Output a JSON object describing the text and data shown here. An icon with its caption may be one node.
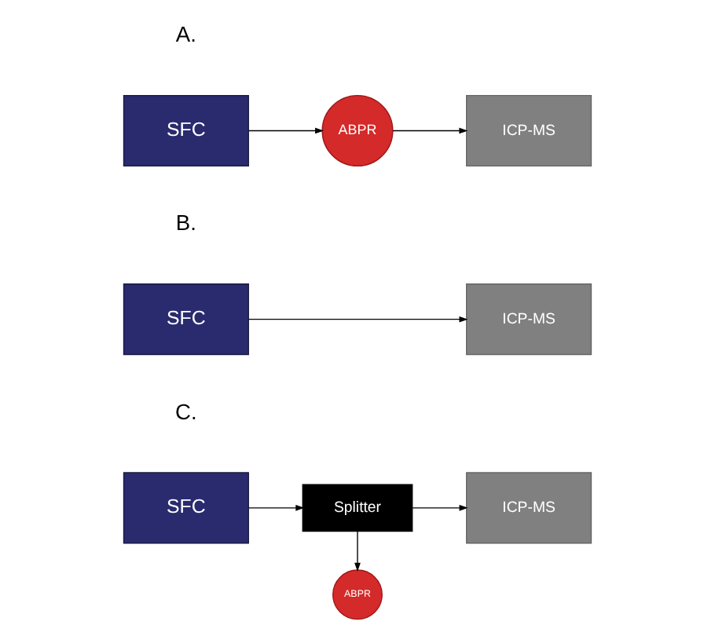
{
  "diagram": {
    "nodes": [
      {
        "text": [
          "SFC"
        ]
      },
      {
        "text": [
          "ABPR"
        ]
      },
      {
        "text": [
          "ICP-MS"
        ]
      },
      {
        "text": [
          "SFC"
        ]
      },
      {
        "text": [
          "ICP-MS"
        ]
      },
      {
        "text": [
          "SFC"
        ]
      },
      {
        "text": [
          "Splitter"
        ]
      },
      {
        "text": [
          "ICP-MS"
        ]
      },
      {
        "text": [
          "ABPR"
        ]
      }
    ],
    "edges": [
      {
        "from": 0,
        "to": 1,
        "arrow": "to"
      },
      {
        "from": 1,
        "to": 2,
        "arrow": "to"
      },
      {
        "from": 3,
        "to": 4,
        "arrow": "to"
      },
      {
        "from": 5,
        "to": 6,
        "arrow": "to"
      },
      {
        "from": 6,
        "to": 7,
        "arrow": "to"
      },
      {
        "from": 6,
        "to": 8,
        "arrow": "to"
      }
    ],
    "labels": [
      "A.",
      "B.",
      "C."
    ]
  }
}
